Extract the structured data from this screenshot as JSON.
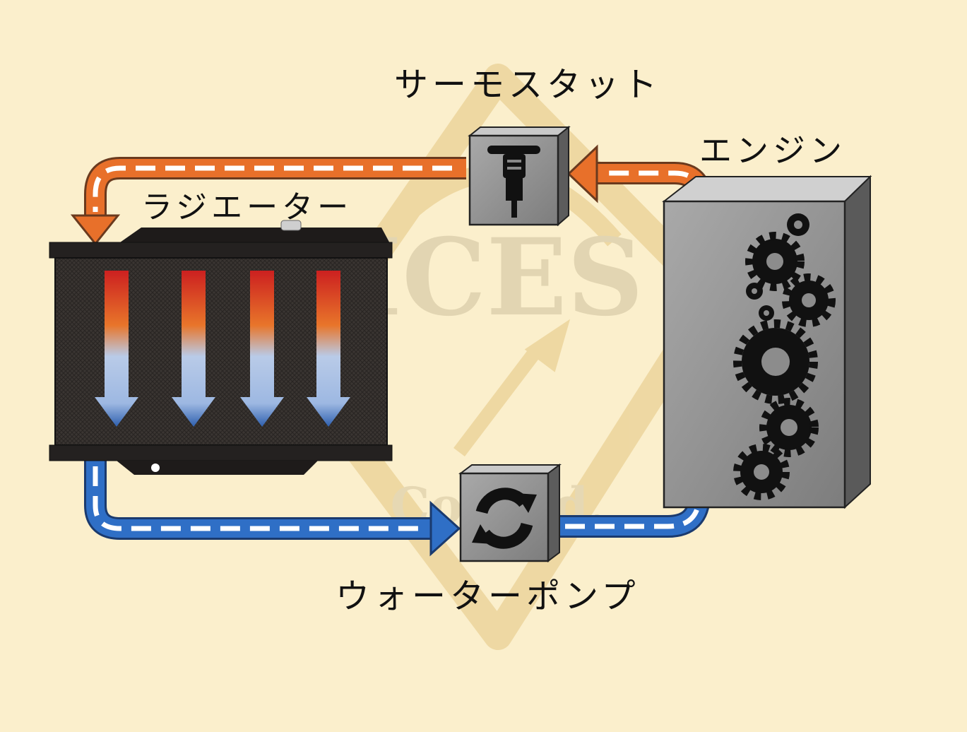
{
  "labels": {
    "thermostat": "サーモスタット",
    "engine": "エンジン",
    "radiator": "ラジエーター",
    "water_pump": "ウォーターポンプ"
  },
  "watermark": {
    "text": "ICES",
    "sub_text": "Co.,Ltd."
  },
  "colors": {
    "background": "#fbefcc",
    "hot_flow": "#e8702a",
    "cool_flow": "#2f6fc6",
    "component_gray": "#8c8c8c"
  },
  "icons": {
    "thermostat": "thermostat-icon",
    "water_pump": "pump-rotation-icon",
    "engine": "gears-icon"
  }
}
